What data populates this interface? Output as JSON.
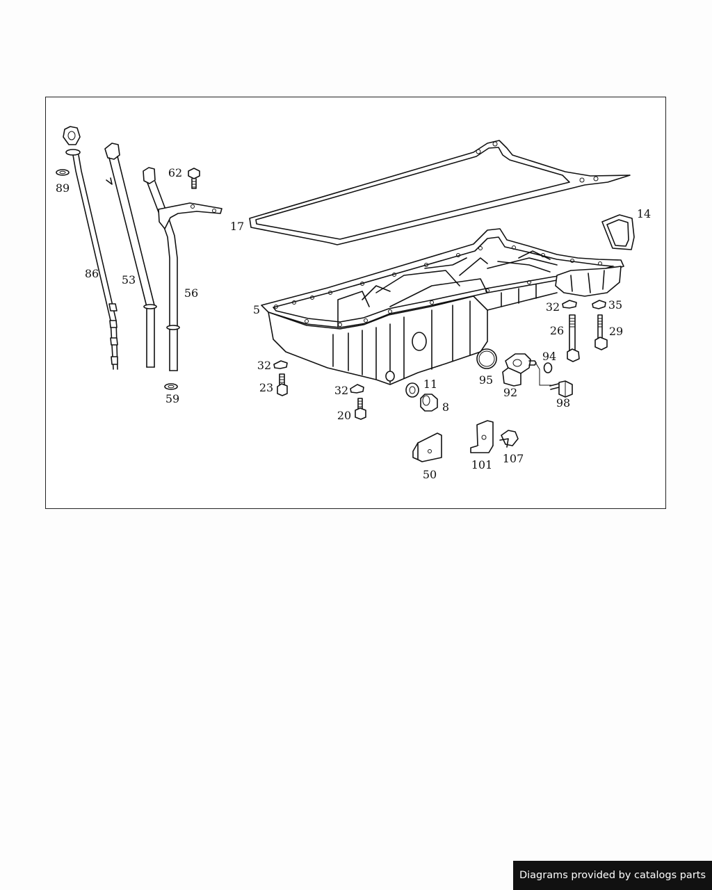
{
  "diagram": {
    "part_labels": [
      {
        "id": "l89",
        "text": "89"
      },
      {
        "id": "l62",
        "text": "62"
      },
      {
        "id": "l86",
        "text": "86"
      },
      {
        "id": "l53",
        "text": "53"
      },
      {
        "id": "l56",
        "text": "56"
      },
      {
        "id": "l59",
        "text": "59"
      },
      {
        "id": "l17",
        "text": "17"
      },
      {
        "id": "l14",
        "text": "14"
      },
      {
        "id": "l5",
        "text": "5"
      },
      {
        "id": "l32a",
        "text": "32"
      },
      {
        "id": "l35",
        "text": "35"
      },
      {
        "id": "l26",
        "text": "26"
      },
      {
        "id": "l29",
        "text": "29"
      },
      {
        "id": "l94",
        "text": "94"
      },
      {
        "id": "l95",
        "text": "95"
      },
      {
        "id": "l92",
        "text": "92"
      },
      {
        "id": "l98",
        "text": "98"
      },
      {
        "id": "l32b",
        "text": "32"
      },
      {
        "id": "l23",
        "text": "23"
      },
      {
        "id": "l11",
        "text": "11"
      },
      {
        "id": "l32c",
        "text": "32"
      },
      {
        "id": "l8",
        "text": "8"
      },
      {
        "id": "l20",
        "text": "20"
      },
      {
        "id": "l50",
        "text": "50"
      },
      {
        "id": "l101",
        "text": "101"
      },
      {
        "id": "l107",
        "text": "107"
      }
    ]
  },
  "footer": {
    "credit": "Diagrams provided by catalogs parts"
  }
}
